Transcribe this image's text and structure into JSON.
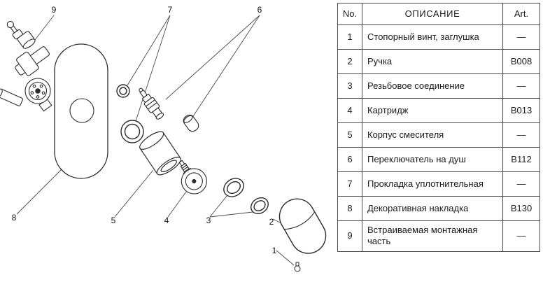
{
  "diagram": {
    "callouts": [
      {
        "num": "9"
      },
      {
        "num": "7"
      },
      {
        "num": "6"
      },
      {
        "num": "8"
      },
      {
        "num": "5"
      },
      {
        "num": "4"
      },
      {
        "num": "3"
      },
      {
        "num": "2"
      },
      {
        "num": "1"
      }
    ]
  },
  "table": {
    "headers": {
      "no": "No.",
      "description": "ОПИСАНИЕ",
      "art": "Art."
    },
    "rows": [
      {
        "no": "1",
        "description": "Стопорный винт, заглушка",
        "art": "—"
      },
      {
        "no": "2",
        "description": "Ручка",
        "art": "B008"
      },
      {
        "no": "3",
        "description": "Резьбовое соединение",
        "art": "—"
      },
      {
        "no": "4",
        "description": "Картридж",
        "art": "B013"
      },
      {
        "no": "5",
        "description": "Корпус смесителя",
        "art": "—"
      },
      {
        "no": "6",
        "description": "Переключатель на душ",
        "art": "B112"
      },
      {
        "no": "7",
        "description": "Прокладка уплотнительная",
        "art": "—"
      },
      {
        "no": "8",
        "description": "Декоративная накладка",
        "art": "B130"
      },
      {
        "no": "9",
        "description": "Встраиваемая монтажная часть",
        "art": "—"
      }
    ]
  }
}
